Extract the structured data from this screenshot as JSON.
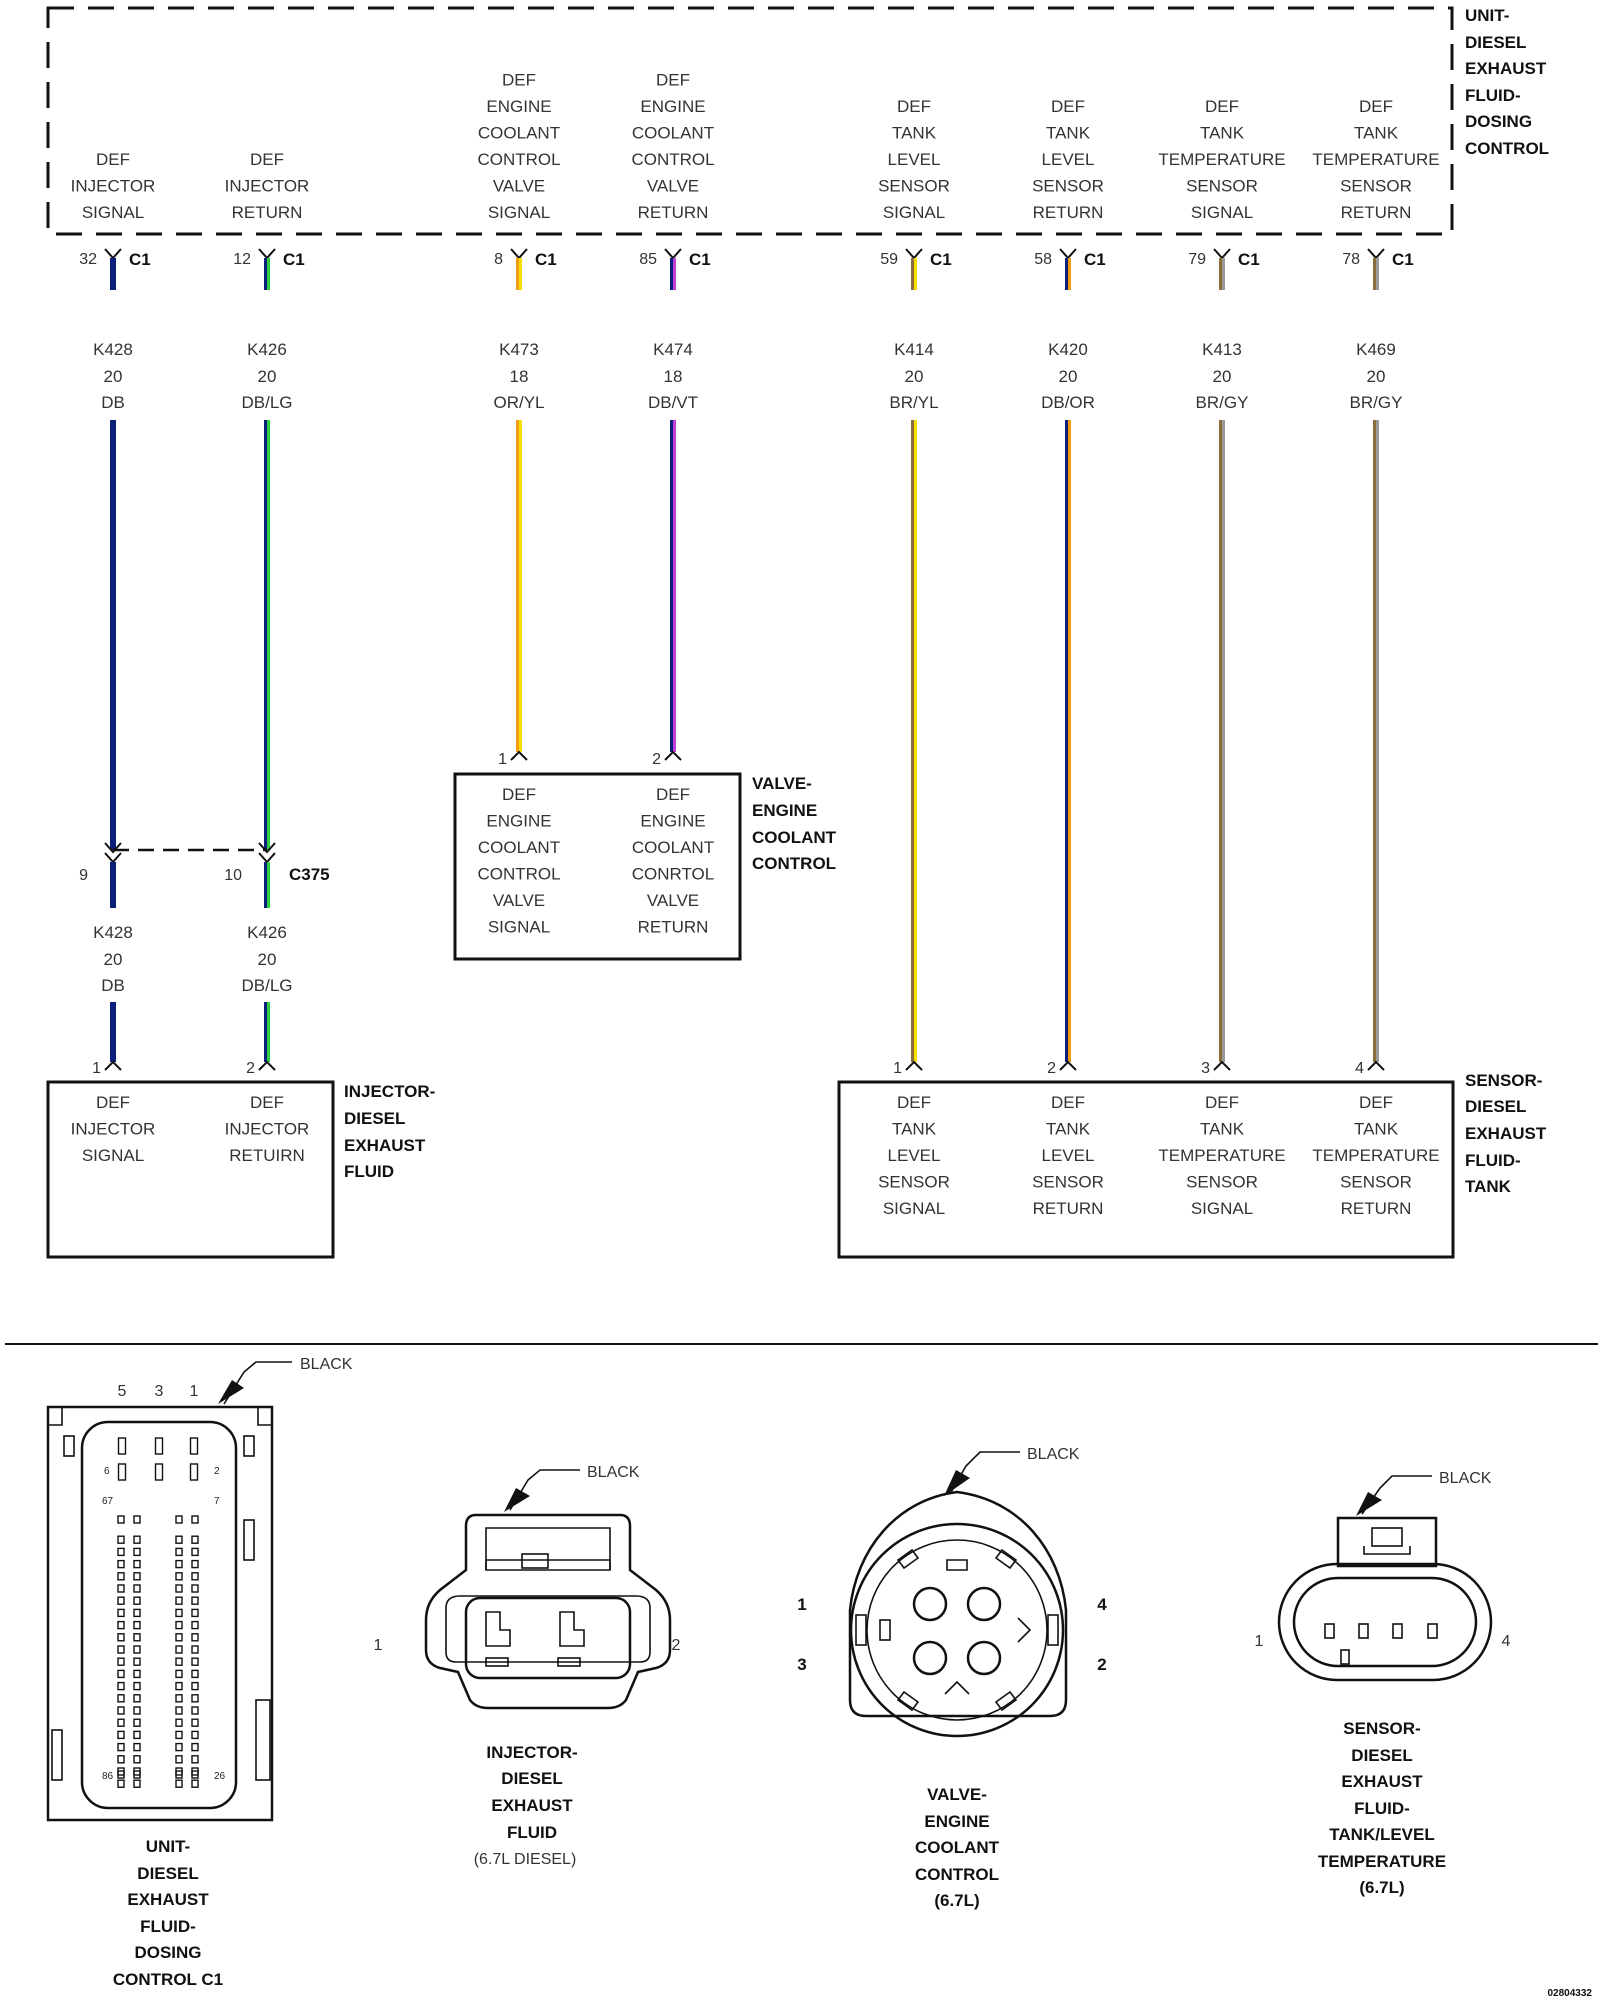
{
  "module": {
    "name_lines": [
      "UNIT-",
      "DIESEL",
      "EXHAUST",
      "FLUID-",
      "DOSING",
      "CONTROL"
    ]
  },
  "circuits": [
    {
      "id": "injsig",
      "label_lines": [
        "DEF",
        "INJECTOR",
        "SIGNAL"
      ],
      "pin": "32",
      "connector": "C1",
      "wire": "K428",
      "gauge": "20",
      "color_code": "DB",
      "colors": [
        "#0a1f7a"
      ],
      "down_pin": "9",
      "down_wire": "K428",
      "down_gauge": "20",
      "down_color_code": "DB",
      "end_pin": "1"
    },
    {
      "id": "injret",
      "label_lines": [
        "DEF",
        "INJECTOR",
        "RETURN"
      ],
      "pin": "12",
      "connector": "C1",
      "wire": "K426",
      "gauge": "20",
      "color_code": "DB/LG",
      "colors": [
        "#0a1f7a",
        "#2ecc40"
      ],
      "down_pin": "10",
      "down_connector": "C375",
      "down_wire": "K426",
      "down_gauge": "20",
      "down_color_code": "DB/LG",
      "end_pin": "2"
    },
    {
      "id": "valvesig",
      "label_lines": [
        "DEF",
        "ENGINE",
        "COOLANT",
        "CONTROL",
        "VALVE",
        "SIGNAL"
      ],
      "pin": "8",
      "connector": "C1",
      "wire": "K473",
      "gauge": "18",
      "color_code": "OR/YL",
      "colors": [
        "#f39c12",
        "#f5e000"
      ],
      "end_pin": "1"
    },
    {
      "id": "valveret",
      "label_lines": [
        "DEF",
        "ENGINE",
        "COOLANT",
        "CONTROL",
        "VALVE",
        "RETURN"
      ],
      "pin": "85",
      "connector": "C1",
      "wire": "K474",
      "gauge": "18",
      "color_code": "DB/VT",
      "colors": [
        "#0a1f7a",
        "#c03fd8"
      ],
      "end_pin": "2"
    },
    {
      "id": "lvlsig",
      "label_lines": [
        "DEF",
        "TANK",
        "LEVEL",
        "SENSOR",
        "SIGNAL"
      ],
      "pin": "59",
      "connector": "C1",
      "wire": "K414",
      "gauge": "20",
      "color_code": "BR/YL",
      "colors": [
        "#8a6d3b",
        "#f5e000"
      ],
      "end_pin": "1"
    },
    {
      "id": "lvlret",
      "label_lines": [
        "DEF",
        "TANK",
        "LEVEL",
        "SENSOR",
        "RETURN"
      ],
      "pin": "58",
      "connector": "C1",
      "wire": "K420",
      "gauge": "20",
      "color_code": "DB/OR",
      "colors": [
        "#0a1f7a",
        "#f39c12"
      ],
      "end_pin": "2"
    },
    {
      "id": "tmpsig",
      "label_lines": [
        "DEF",
        "TANK",
        "TEMPERATURE",
        "SENSOR",
        "SIGNAL"
      ],
      "pin": "79",
      "connector": "C1",
      "wire": "K413",
      "gauge": "20",
      "color_code": "BR/GY",
      "colors": [
        "#8a6d3b",
        "#9a9a9a"
      ],
      "end_pin": "3"
    },
    {
      "id": "tmpret",
      "label_lines": [
        "DEF",
        "TANK",
        "TEMPERATURE",
        "SENSOR",
        "RETURN"
      ],
      "pin": "78",
      "connector": "C1",
      "wire": "K469",
      "gauge": "20",
      "color_code": "BR/GY",
      "colors": [
        "#8a6d3b",
        "#9a9a9a"
      ],
      "end_pin": "4"
    }
  ],
  "valve": {
    "name_lines": [
      "VALVE-",
      "ENGINE",
      "COOLANT",
      "CONTROL"
    ],
    "pin_labels": [
      [
        "DEF",
        "ENGINE",
        "COOLANT",
        "CONTROL",
        "VALVE",
        "SIGNAL"
      ],
      [
        "DEF",
        "ENGINE",
        "COOLANT",
        "CONRTOL",
        "VALVE",
        "RETURN"
      ]
    ]
  },
  "injector": {
    "name_lines": [
      "INJECTOR-",
      "DIESEL",
      "EXHAUST",
      "FLUID"
    ],
    "pin_labels": [
      [
        "DEF",
        "INJECTOR",
        "SIGNAL"
      ],
      [
        "DEF",
        "INJECTOR",
        "RETUIRN"
      ]
    ]
  },
  "sensor": {
    "name_lines": [
      "SENSOR-",
      "DIESEL",
      "EXHAUST",
      "FLUID-",
      "TANK"
    ],
    "pin_labels": [
      [
        "DEF",
        "TANK",
        "LEVEL",
        "SENSOR",
        "SIGNAL"
      ],
      [
        "DEF",
        "TANK",
        "LEVEL",
        "SENSOR",
        "RETURN"
      ],
      [
        "DEF",
        "TANK",
        "TEMPERATURE",
        "SENSOR",
        "SIGNAL"
      ],
      [
        "DEF",
        "TANK",
        "TEMPERATURE",
        "SENSOR",
        "RETURN"
      ]
    ]
  },
  "connector_views": {
    "c1": {
      "color": "BLACK",
      "top_pins": [
        "5",
        "3",
        "1"
      ],
      "pin_numbers": [
        "6",
        "2",
        "67",
        "7",
        "86",
        "26"
      ],
      "caption_lines": [
        "UNIT-",
        "DIESEL",
        "EXHAUST",
        "FLUID-",
        "DOSING",
        "CONTROL C1"
      ]
    },
    "injector": {
      "color": "BLACK",
      "pins": [
        "1",
        "2"
      ],
      "caption_lines": [
        "INJECTOR-",
        "DIESEL",
        "EXHAUST",
        "FLUID"
      ],
      "note": "(6.7L DIESEL)"
    },
    "valve": {
      "color": "BLACK",
      "pins": [
        "1",
        "4",
        "3",
        "2"
      ],
      "caption_lines": [
        "VALVE-",
        "ENGINE",
        "COOLANT",
        "CONTROL",
        "(6.7L)"
      ]
    },
    "sensor": {
      "color": "BLACK",
      "pins": [
        "1",
        "4"
      ],
      "caption_lines": [
        "SENSOR-",
        "DIESEL",
        "EXHAUST",
        "FLUID-",
        "TANK/LEVEL",
        "TEMPERATURE",
        "(6.7L)"
      ]
    }
  },
  "figure_id": "02804332"
}
